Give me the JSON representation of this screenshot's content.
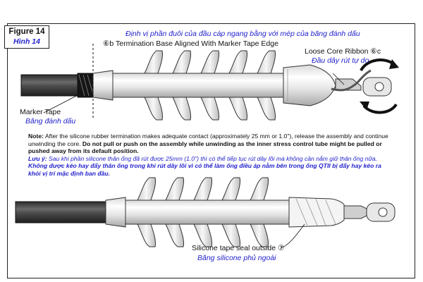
{
  "figure": {
    "label_en": "Figure 14",
    "label_vi": "Hình 14"
  },
  "top_diagram": {
    "heading_vi": "Định vị phần đuôi của đầu cáp ngang bằng với mép của băng đánh dấu",
    "base_marker": "⑥b",
    "base_label": "Termination Base Aligned With Marker Tape Edge",
    "ribbon_label": "Loose Core Ribbon",
    "ribbon_marker": "⑥c",
    "ribbon_label_vi": "Đầu dây rút tự do",
    "marker_tape_label": "Marker Tape",
    "marker_tape_label_vi": "Băng đánh dấu"
  },
  "note": {
    "prefix": "Note:",
    "text1": " After the silicone rubber termination makes adequate contact (approximately 25 mm or 1.0\"), release the assembly and continue unwinding the core. ",
    "text_bold": "Do not pull or push on the assembly while unwinding as the inner stress control tube might be pulled or pushed away from its default position.",
    "vi_prefix": "Lưu ý:",
    "vi_text1": " Sau khi phần silicone thân ống đã rút được 25mm (1.0\") thì có thể tiếp tục rút dây lõi mà không cần nắm giữ thân ống nữa. ",
    "vi_bold": "Không được kéo hay đẩy thân ống trong khi rút dây lõi vì có thể làm ống điều áp nằm bên trong ống QTII bị đẩy hay kéo ra khỏi vị trí mặc định ban đầu."
  },
  "bottom_diagram": {
    "seal_label": "Silicone tape seal outside",
    "seal_marker": "⑦",
    "seal_label_vi": "Băng silicone phủ ngoài"
  },
  "colors": {
    "frame": "#222222",
    "cable_dark": "#3a3a3a",
    "body_light": "#e8e8e8",
    "body_mid": "#bdbdbd",
    "vietnamese_text": "#2222cc"
  }
}
